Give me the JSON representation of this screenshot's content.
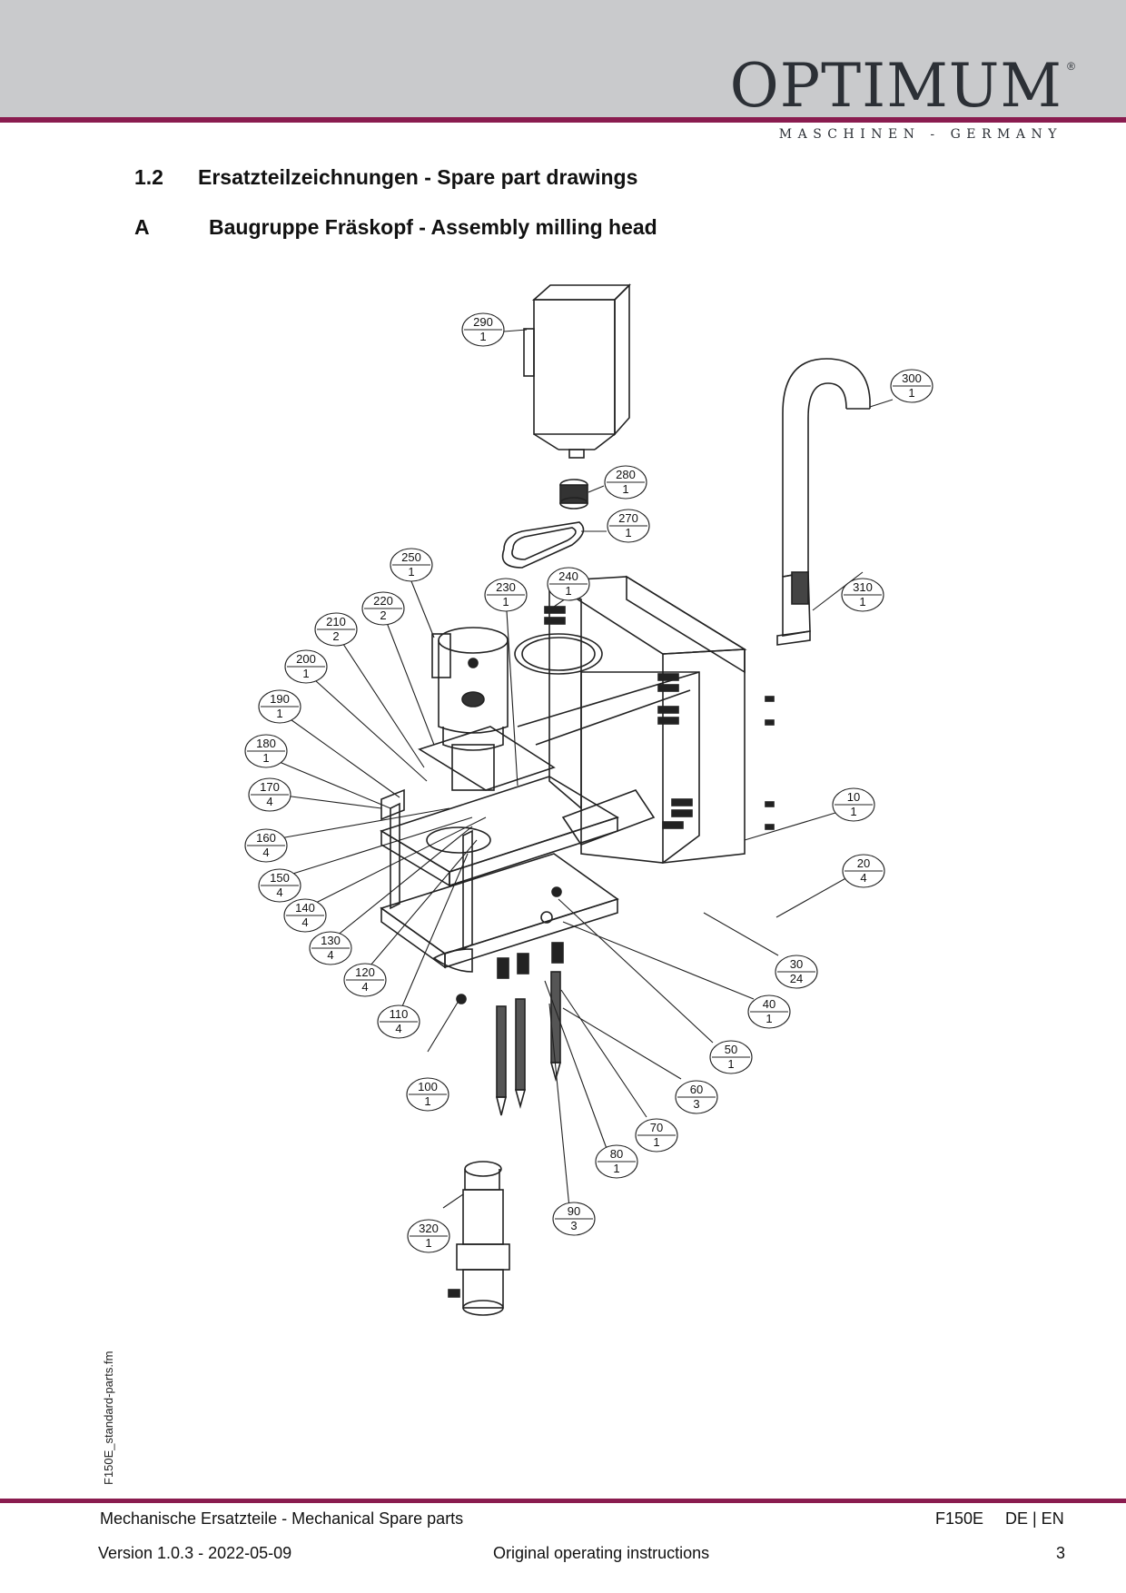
{
  "header": {
    "brand": "OPTIMUM",
    "reg_mark": "®",
    "brand_sub": "MASCHINEN - GERMANY"
  },
  "section": {
    "number": "1.2",
    "title": "Ersatzteilzeichnungen - Spare part drawings",
    "sub_letter": "A",
    "sub_title": "Baugruppe Fräskopf - Assembly milling head"
  },
  "callouts": [
    {
      "part": "290",
      "qty": "1"
    },
    {
      "part": "300",
      "qty": "1"
    },
    {
      "part": "280",
      "qty": "1"
    },
    {
      "part": "270",
      "qty": "1"
    },
    {
      "part": "250",
      "qty": "1"
    },
    {
      "part": "240",
      "qty": "1"
    },
    {
      "part": "230",
      "qty": "1"
    },
    {
      "part": "220",
      "qty": "2"
    },
    {
      "part": "210",
      "qty": "2"
    },
    {
      "part": "200",
      "qty": "1"
    },
    {
      "part": "190",
      "qty": "1"
    },
    {
      "part": "180",
      "qty": "1"
    },
    {
      "part": "170",
      "qty": "4"
    },
    {
      "part": "160",
      "qty": "4"
    },
    {
      "part": "150",
      "qty": "4"
    },
    {
      "part": "140",
      "qty": "4"
    },
    {
      "part": "130",
      "qty": "4"
    },
    {
      "part": "120",
      "qty": "4"
    },
    {
      "part": "110",
      "qty": "4"
    },
    {
      "part": "100",
      "qty": "1"
    },
    {
      "part": "310",
      "qty": "1"
    },
    {
      "part": "10",
      "qty": "1"
    },
    {
      "part": "20",
      "qty": "4"
    },
    {
      "part": "30",
      "qty": "24"
    },
    {
      "part": "40",
      "qty": "1"
    },
    {
      "part": "50",
      "qty": "1"
    },
    {
      "part": "60",
      "qty": "3"
    },
    {
      "part": "70",
      "qty": "1"
    },
    {
      "part": "80",
      "qty": "1"
    },
    {
      "part": "90",
      "qty": "3"
    },
    {
      "part": "320",
      "qty": "1"
    }
  ],
  "side_label": "F150E_standard-parts.fm",
  "footer": {
    "left_top": "Mechanische Ersatzteile - Mechanical Spare parts",
    "model": "F150E",
    "languages": "DE | EN",
    "version": "Version 1.0.3 - 2022-05-09",
    "center": "Original operating instructions",
    "page": "3"
  }
}
